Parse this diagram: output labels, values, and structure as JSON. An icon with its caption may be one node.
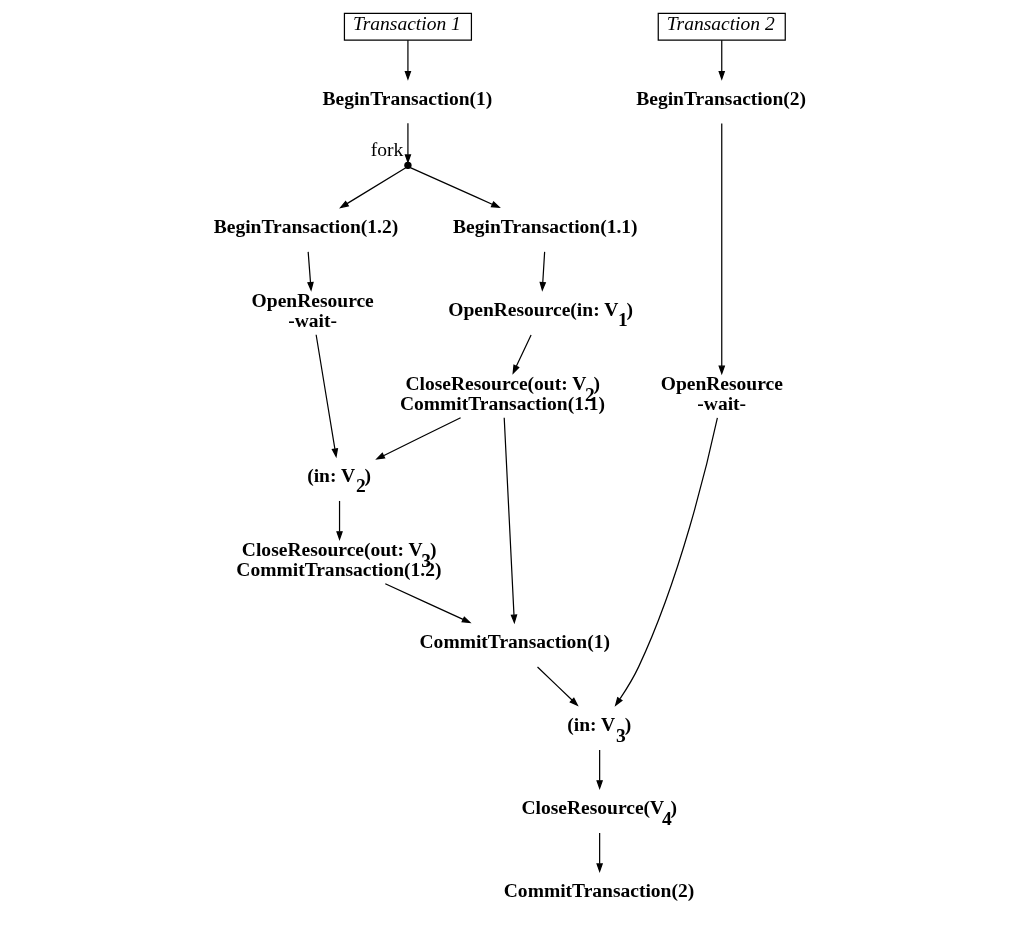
{
  "diagram": {
    "nodes": [
      {
        "text": [
          "Transaction 1"
        ]
      },
      {
        "text": [
          "Transaction 2"
        ]
      },
      {
        "text": [
          "BeginTransaction(1)"
        ]
      },
      {
        "text": [
          "BeginTransaction(2)"
        ]
      },
      {
        "text": [],
        "shape": "point",
        "beside": [
          "fork"
        ]
      },
      {
        "text": [
          "BeginTransaction(1.1)"
        ]
      },
      {
        "text": [
          "BeginTransaction(1.2)"
        ]
      },
      {
        "text": [
          "OpenResource(in: V$_{1}$)"
        ]
      },
      {
        "text": [
          "OpenResource",
          "-wait-"
        ]
      },
      {
        "text": [
          "OpenResource",
          "-wait-"
        ]
      },
      {
        "text": [
          "CloseResource(out: V$_{2}$)",
          "CommitTransaction(1.1)"
        ]
      },
      {
        "text": [
          "(in: V$_{2}$)"
        ]
      },
      {
        "text": [
          "CloseResource(out: V$_{3}$)",
          "CommitTransaction(1.2)"
        ]
      },
      {
        "text": [
          "CommitTransaction(1)"
        ]
      },
      {
        "text": [
          "(in: V$_{3}$)"
        ]
      },
      {
        "text": [
          "CloseResource(V$_{4}$)"
        ]
      },
      {
        "text": [
          "CommitTransaction(2)"
        ]
      }
    ],
    "edges": [
      {
        "from": 0,
        "to": 2,
        "arrow": "to"
      },
      {
        "from": 1,
        "to": 3,
        "arrow": "to"
      },
      {
        "from": 2,
        "to": 4,
        "arrow": "to"
      },
      {
        "from": 4,
        "to": 5,
        "arrow": "to"
      },
      {
        "from": 4,
        "to": 6,
        "arrow": "to"
      },
      {
        "from": 5,
        "to": 7,
        "arrow": "to"
      },
      {
        "from": 6,
        "to": 8,
        "arrow": "to"
      },
      {
        "from": 3,
        "to": 9,
        "arrow": "to"
      },
      {
        "from": 7,
        "to": 10,
        "arrow": "to"
      },
      {
        "from": 8,
        "to": 11,
        "arrow": "to"
      },
      {
        "from": 10,
        "to": 11,
        "arrow": "to"
      },
      {
        "from": 11,
        "to": 12,
        "arrow": "to"
      },
      {
        "from": 10,
        "to": 13,
        "arrow": "to"
      },
      {
        "from": 12,
        "to": 13,
        "arrow": "to"
      },
      {
        "from": 9,
        "to": 14,
        "arrow": "to"
      },
      {
        "from": 13,
        "to": 14,
        "arrow": "to"
      },
      {
        "from": 14,
        "to": 15,
        "arrow": "to"
      },
      {
        "from": 15,
        "to": 16,
        "arrow": "to"
      }
    ]
  }
}
